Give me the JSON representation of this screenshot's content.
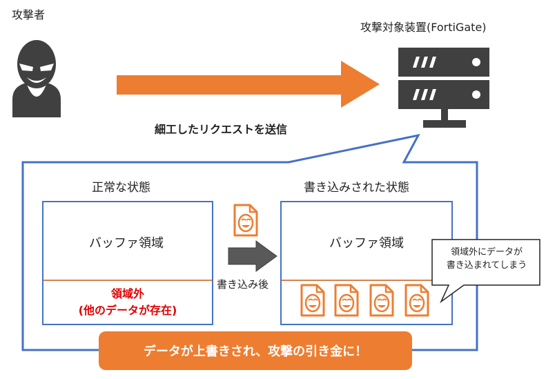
{
  "attacker": {
    "label": "攻撃者",
    "icon": "masked-attacker-icon"
  },
  "target": {
    "label": "攻撃対象装置(FortiGate)",
    "icon": "server-icon"
  },
  "request": {
    "label": "細工したリクエストを送信"
  },
  "normal_state": {
    "title": "正常な状態",
    "buffer_label": "バッファ領域",
    "outside_line1": "領域外",
    "outside_line2": "(他のデータが存在)"
  },
  "transition": {
    "label": "書き込み後",
    "icon": "data-file-icon"
  },
  "written_state": {
    "title": "書き込みされた状態",
    "buffer_label": "バッファ領域",
    "data_icons": [
      "data-file-icon",
      "data-file-icon",
      "data-file-icon",
      "data-file-icon"
    ]
  },
  "callout": {
    "line1": "領域外にデータが",
    "line2": "書き込まれてしまう"
  },
  "result": {
    "label": "データが上書きされ、攻撃の引き金に！"
  },
  "colors": {
    "accent_orange": "#ed7d31",
    "outline_blue": "#4472c4",
    "icon_dark": "#404040",
    "warning_red": "#e00000",
    "outside_line": "#c55a11"
  }
}
